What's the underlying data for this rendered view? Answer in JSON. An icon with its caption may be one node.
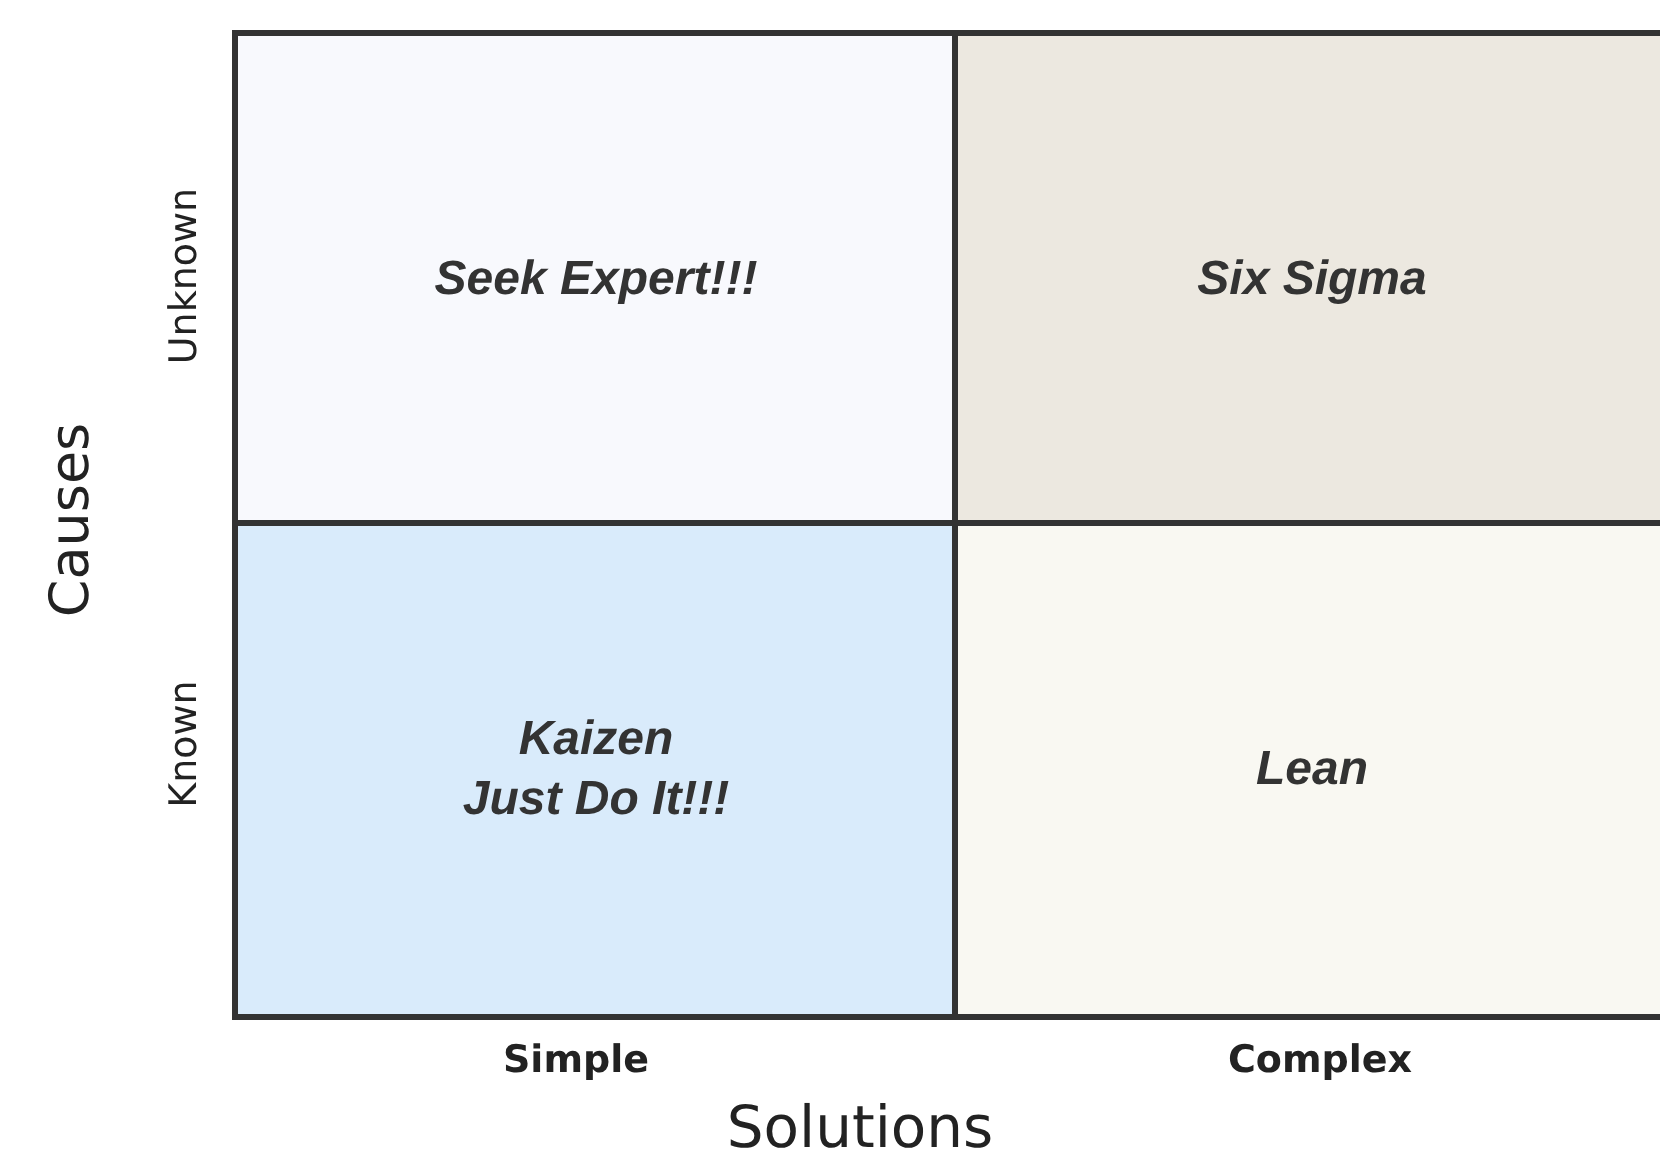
{
  "diagram": {
    "nodes": [
      {
        "text": [
          "Seek Expert!!!"
        ]
      },
      {
        "text": [
          "Six Sigma"
        ]
      },
      {
        "text": [
          "Kaizen",
          "Just Do It!!!"
        ]
      },
      {
        "text": [
          "Lean"
        ]
      }
    ],
    "labels": [
      "Unknown",
      "Known",
      "Causes",
      "Simple",
      "Complex",
      "Solutions"
    ]
  }
}
